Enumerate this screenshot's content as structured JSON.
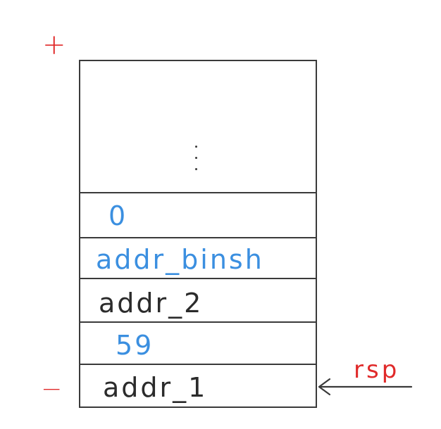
{
  "diagram": {
    "top_marker": "+",
    "bottom_marker": "−",
    "top_region_symbol": "⋮",
    "cells": [
      {
        "label": "0",
        "color": "#3b8fe0"
      },
      {
        "label": "addr_binsh",
        "color": "#3b8fe0"
      },
      {
        "label": "addr_2",
        "color": "#2b2b2b"
      },
      {
        "label": "59",
        "color": "#3b8fe0"
      },
      {
        "label": "addr_1",
        "color": "#2b2b2b"
      }
    ],
    "pointer": {
      "label": "rsp",
      "target": "addr_1"
    }
  },
  "colors": {
    "marker": "#e02a2a",
    "pointer": "#e02a2a",
    "outline": "#3a3a3a",
    "blue_text": "#3b8fe0",
    "dark_text": "#2b2b2b"
  }
}
